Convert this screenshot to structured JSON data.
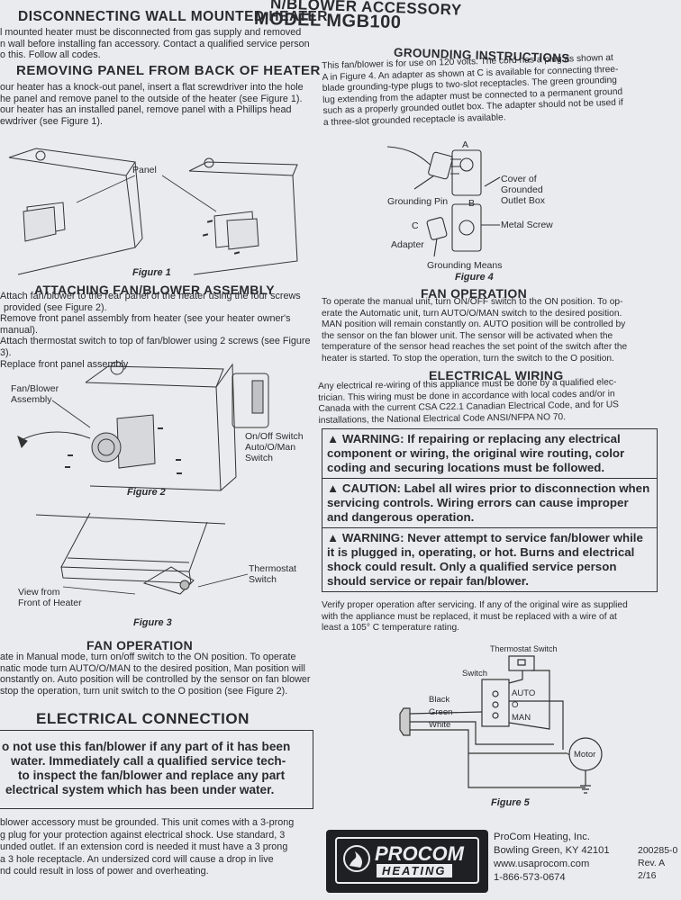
{
  "header": {
    "top_title": "N/BLOWER ACCESSORY",
    "model": "MODEL MGB100"
  },
  "left": {
    "disconnect_title": "DISCONNECTING WALL MOUNTED HEATER",
    "disconnect_lines": [
      "l mounted heater must be disconnected from gas supply and removed",
      "n wall before installing fan accessory. Contact a qualified service person",
      "o this. Follow all codes."
    ],
    "removing_title": "REMOVING PANEL FROM BACK OF HEATER",
    "removing_lines": [
      "our heater has a knock-out panel, insert a flat screwdriver into the hole",
      "he panel and remove panel to the outside of the heater (see Figure 1).",
      "our heater has an installed panel, remove panel with a Phillips head",
      "ewdriver (see Figure 1)."
    ],
    "fig1_panel_label": "Panel",
    "fig1_caption": "Figure 1",
    "attaching_title": "ATTACHING FAN/BLOWER ASSEMBLY",
    "attaching_lines": [
      "Attach fan/blower to the rear panel of the heater using the four screws",
      "provided (see Figure 2).",
      "Remove front panel assembly from heater (see your heater owner's manual).",
      "Attach thermostat switch to top of fan/blower using 2 screws (see Figure 3).",
      "Replace front panel assembly"
    ],
    "fig2_fan_label_1": "Fan/Blower",
    "fig2_fan_label_2": "Assembly",
    "fig2_switch_label_1": "On/Off Switch",
    "fig2_switch_label_2": "Auto/O/Man",
    "fig2_switch_label_3": "Switch",
    "fig2_caption": "Figure 2",
    "fig3_thermo_label_1": "Thermostat",
    "fig3_thermo_label_2": "Switch",
    "fig3_view_label_1": "View from",
    "fig3_view_label_2": "Front of Heater",
    "fig3_caption": "Figure 3",
    "fan_op_title": "FAN OPERATION",
    "fan_op_lines": [
      "ate in Manual mode, turn on/off switch to the ON position. To operate",
      "natic mode turn AUTO/O/MAN to the desired position, Man position will",
      "onstantly on. Auto position will be controlled by the sensor on fan blower",
      "stop the operation, turn unit switch to the O position (see Figure 2)."
    ],
    "elec_conn_title": "ELECTRICAL CONNECTION",
    "water_warning_lines": [
      "o not use this fan/blower if any part of it has been",
      "water. Immediately call a qualified service tech-",
      "to inspect the fan/blower and replace any part",
      "electrical system which has been under water."
    ],
    "ground_lines": [
      "blower accessory must be grounded. This unit comes with a 3-prong",
      "g plug for your protection against electrical shock. Use standard, 3",
      "unded outlet. If an extension cord is needed it must have a 3 prong",
      "a 3 hole receptacle. An undersized cord will cause a drop in live",
      "nd could result in loss of power and overheating."
    ]
  },
  "right": {
    "grounding_title": "GROUNDING INSTRUCTIONS",
    "grounding_lines": [
      "This fan/blower is for use on 120 volts. The cord has a plug as shown at",
      "A in Figure 4. An adapter as shown at C is available for connecting three-",
      "blade grounding-type plugs to two-slot receptacles. The green grounding",
      "lug extending from the adapter must be connected to a permanent ground",
      "such as a properly grounded outlet box. The adapter should not be used if",
      "a three-slot grounded receptacle is available."
    ],
    "fig4_labels": {
      "a": "A",
      "b": "B",
      "c": "C",
      "grounding_pin": "Grounding Pin",
      "cover_1": "Cover of",
      "cover_2": "Grounded",
      "cover_3": "Outlet Box",
      "metal_screw": "Metal Screw",
      "adapter": "Adapter",
      "grounding_means": "Grounding Means"
    },
    "fig4_caption": "Figure 4",
    "fan_op_title": "FAN OPERATION",
    "fan_op_lines": [
      "To operate the manual unit, turn ON/OFF switch to the ON position. To op-",
      "erate the Automatic unit, turn AUTO/O/MAN switch to the desired position.",
      "MAN position will remain constantly on. AUTO position will be controlled by",
      "the sensor on the fan blower unit. The sensor will be activated when the",
      "temperature of the sensor head reaches the set point of the switch after the",
      "heater is started. To stop the operation, turn the switch to the O position."
    ],
    "wiring_title": "ELECTRICAL WIRING",
    "wiring_lines": [
      "Any electrical re-wiring of this appliance must be done by a qualified elec-",
      "trician. This wiring must be done in accordance with local codes and/or in",
      "Canada with the current CSA C22.1 Canadian Electrical Code, and for US",
      "installations, the National Electrical Code ANSI/NFPA NO 70."
    ],
    "warning1_lines": [
      "WARNING: If repairing or replacing any electrical",
      "component or wiring, the original wire routing, color",
      "coding and securing locations must be followed."
    ],
    "caution_lines": [
      "CAUTION: Label all wires prior to disconnection when",
      "servicing controls. Wiring errors can cause improper",
      "and dangerous operation."
    ],
    "warning2_lines": [
      "WARNING: Never attempt to service fan/blower while",
      "it is plugged in, operating, or hot. Burns and electrical",
      "shock could result. Only a qualified service person",
      "should service or repair fan/blower."
    ],
    "verify_lines": [
      "Verify proper operation after servicing. If any of the original wire as supplied",
      "with the appliance must be replaced, it must be replaced with a wire of at",
      "least a 105° C temperature rating."
    ],
    "fig5_labels": {
      "thermostat_switch": "Thermostat Switch",
      "switch": "Switch",
      "black": "Black",
      "green": "Green",
      "white": "White",
      "auto": "AUTO",
      "o": "O",
      "man": "MAN",
      "motor": "Motor"
    },
    "fig5_caption": "Figure 5"
  },
  "footer": {
    "logo_top": "PROCOM",
    "logo_bottom": "HEATING",
    "company": "ProCom Heating, Inc.",
    "city": "Bowling Green, KY 42101",
    "web": "www.usaprocom.com",
    "phone": "1-866-573-0674",
    "doc_no": "200285-0",
    "rev": "Rev. A",
    "date": "2/16"
  }
}
